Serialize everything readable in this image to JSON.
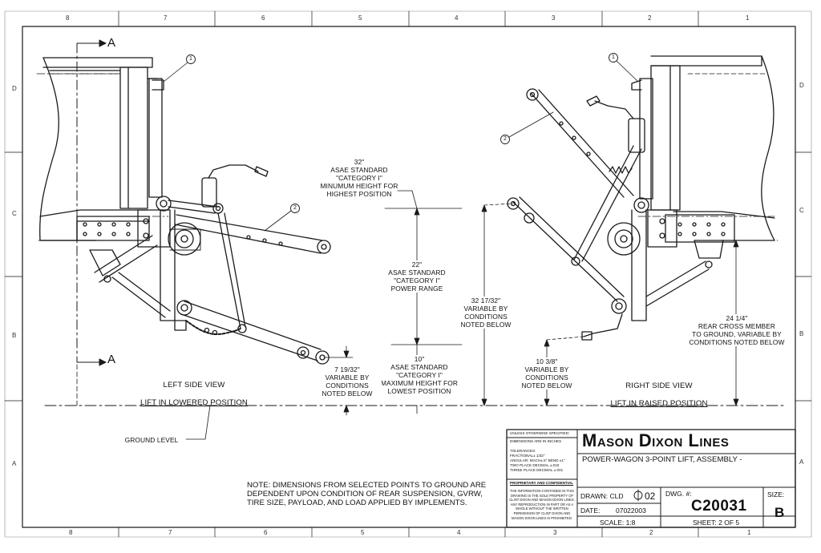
{
  "drawing": {
    "zone_columns": [
      "8",
      "7",
      "6",
      "5",
      "4",
      "3",
      "2",
      "1"
    ],
    "zone_rows": [
      "D",
      "C",
      "B",
      "A"
    ],
    "section": {
      "arrow_top": "A",
      "arrow_bottom": "A"
    },
    "balloons": {
      "left_item_1": "1",
      "left_item_2": "2",
      "right_item_1": "1",
      "right_item_2": "2"
    },
    "dimensions": {
      "highest_position": "32\"\nASAE STANDARD\n\"CATEGORY I\"\nMINUMUM HEIGHT FOR\nHIGHEST POSITION",
      "power_range": "22\"\nASAE STANDARD\n\"CATEGORY I\"\nPOWER RANGE",
      "lowest_position": "10\"\nASAE STANDARD\n\"CATEGORY I\"\nMAXIMUM HEIGHT FOR\nLOWEST POSITION",
      "left_variable": "7 19/32\"\nVARIABLE BY\nCONDITIONS\nNOTED BELOW",
      "right_total": "32 17/32\"\nVARIABLE BY\nCONDITIONS\nNOTED BELOW",
      "right_lower": "10 3/8\"\nVARIABLE BY\nCONDITIONS\nNOTED BELOW",
      "rear_cross_member": "24 1/4\"\nREAR CROSS MEMBER\nTO GROUND, VARIABLE BY\nCONDITIONS NOTED BELOW"
    },
    "views": {
      "left_line1": "LEFT SIDE VIEW",
      "left_line2": "LIFT IN LOWERED POSITION",
      "right_line1": "RIGHT SIDE VIEW",
      "right_line2": "LIFT IN RAISED POSITION"
    },
    "ground_label": "GROUND LEVEL",
    "note": "NOTE: DIMENSIONS FROM SELECTED POINTS TO GROUND ARE DEPENDENT UPON CONDITION OF REAR SUSPENSION, GVRW, TIRE SIZE, PAYLOAD, AND LOAD APPLIED BY IMPLEMENTS."
  },
  "title_block": {
    "unless": "UNLESS OTHERWISE SPECIFIED:",
    "dims": "DIMENSIONS ARE IN INCHES",
    "tolerances": "TOLERANCES:\nFRACTIONAL± 1/32\"\nANGULAR: MACH±.5°  BEND ±1°\nTWO PLACE DECIMAL   ±.010\nTHREE PLACE DECIMAL  ±.001",
    "proprietary": "PROPRIETARY AND CONFIDENTIAL",
    "disclaimer": "THE INFORMATION CONTAINED IN THIS\nDRAWING IS THE SOLE PROPERTY OF\nCLINT DIXON AND MASON DIXON LINES.\nANY REPRODUCTION IN PART OR AS A\nWHOLE WITHOUT THE WRITTEN\nPERMISSION OF CLINT DIXON AND\nMASON DIXON LINES IS PROHIBITED.",
    "company": "Mason Dixon Lines",
    "title": "POWER-WAGON 3-POINT LIFT, ASSEMBLY -",
    "drawn": "DRAWN: CLD",
    "revision": "02",
    "date_label": "DATE:",
    "date": "07022003",
    "scale": "SCALE: 1:8",
    "dwg_label": "DWG. #:",
    "dwg_no": "C20031",
    "sheet": "SHEET: 2 OF 5",
    "size_label": "SIZE:",
    "size": "B"
  }
}
